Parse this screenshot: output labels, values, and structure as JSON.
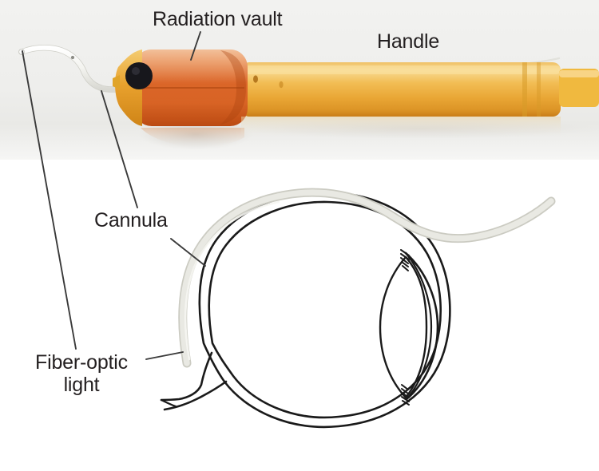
{
  "figure": {
    "title": "Episcleral brachytherapy applicator and eye cross-section diagram",
    "background_color": "#ffffff"
  },
  "photo": {
    "name": "radiation-applicator-photograph",
    "background_color": "#eeeeec",
    "parts": {
      "radiation_vault": {
        "label": "Radiation vault",
        "color": "#d4621f"
      },
      "handle": {
        "label": "Handle",
        "color": "#e8a534"
      },
      "cannula_tube": {
        "label": "Cannula",
        "color": "#efefec"
      },
      "port": {
        "label": "port",
        "color": "#1d1d22"
      }
    }
  },
  "labels": [
    {
      "id": "radiation-vault",
      "text": "Radiation vault",
      "target": "radiation vault body"
    },
    {
      "id": "handle",
      "text": "Handle",
      "target": "handle barrel"
    },
    {
      "id": "cannula",
      "text": "Cannula",
      "target": "cannula tube"
    },
    {
      "id": "fiber-optic-light",
      "line1": "Fiber-optic",
      "line2": "light",
      "target": "illuminated tip"
    }
  ],
  "diagram": {
    "name": "eye-cross-section",
    "stroke_color": "#1a1a1a",
    "cannula_color": "#dcdcd4",
    "structures": [
      {
        "name": "sclera",
        "description": "outer globe wall, double line"
      },
      {
        "name": "cornea",
        "description": "anterior bulge at right"
      },
      {
        "name": "lens",
        "description": "vertical ellipse behind cornea"
      },
      {
        "name": "iris",
        "description": "hatched segments above and below lens"
      },
      {
        "name": "optic-nerve",
        "description": "tubular structure exiting lower left"
      },
      {
        "name": "cannula-applicator",
        "description": "grey tube curving over the globe"
      }
    ]
  },
  "colors": {
    "text": "#231f20",
    "leader_line": "#3a3a3a",
    "page_background": "#ffffff",
    "photo_background": "#eeeeec"
  }
}
